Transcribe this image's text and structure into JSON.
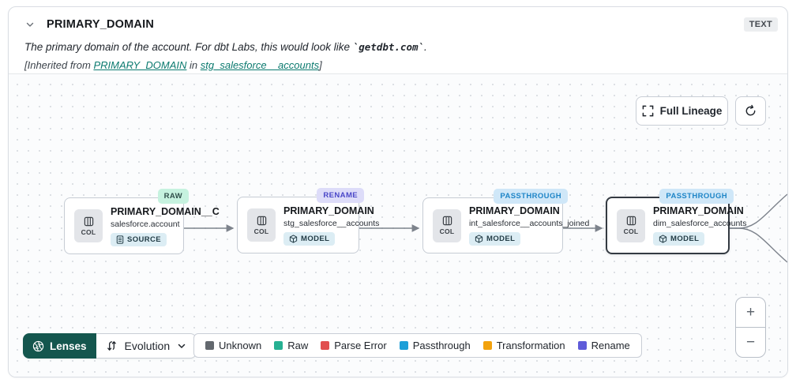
{
  "header": {
    "title": "PRIMARY_DOMAIN",
    "type_badge": "TEXT",
    "description_prefix": "The primary domain of the account. For dbt Labs, this would look like ",
    "description_code": "`getdbt.com`",
    "description_suffix": ".",
    "inherited_prefix": "[Inherited from ",
    "inherited_link_column": "PRIMARY_DOMAIN",
    "inherited_middle": " in ",
    "inherited_link_model": "stg_salesforce__accounts",
    "inherited_suffix": "]"
  },
  "canvas": {
    "full_lineage_label": "Full Lineage",
    "nodes": [
      {
        "badge": "RAW",
        "col_label": "COL",
        "title": "PRIMARY_DOMAIN__C",
        "subtitle": "salesforce.account",
        "resource": "SOURCE"
      },
      {
        "badge": "RENAME",
        "col_label": "COL",
        "title": "PRIMARY_DOMAIN",
        "subtitle": "stg_salesforce__accounts",
        "resource": "MODEL"
      },
      {
        "badge": "PASSTHROUGH",
        "col_label": "COL",
        "title": "PRIMARY_DOMAIN",
        "subtitle": "int_salesforce__accounts_joined",
        "resource": "MODEL"
      },
      {
        "badge": "PASSTHROUGH",
        "col_label": "COL",
        "title": "PRIMARY_DOMAIN",
        "subtitle": "dim_salesforce_accounts",
        "resource": "MODEL"
      }
    ]
  },
  "toolbar": {
    "lenses_label": "Lenses",
    "lens_selected": "Evolution"
  },
  "legend": {
    "items": [
      {
        "label": "Unknown",
        "color": "#63686e"
      },
      {
        "label": "Raw",
        "color": "#26b092"
      },
      {
        "label": "Parse Error",
        "color": "#e14f4f"
      },
      {
        "label": "Passthrough",
        "color": "#1d9fd8"
      },
      {
        "label": "Transformation",
        "color": "#f2a20d"
      },
      {
        "label": "Rename",
        "color": "#5f5cd9"
      }
    ]
  },
  "zoom_controls": {
    "zoom_in": "+",
    "zoom_out": "−"
  },
  "colors": {
    "accent_teal": "#14564e",
    "link_teal": "#0b7a6f",
    "edge": "#7d838c"
  }
}
